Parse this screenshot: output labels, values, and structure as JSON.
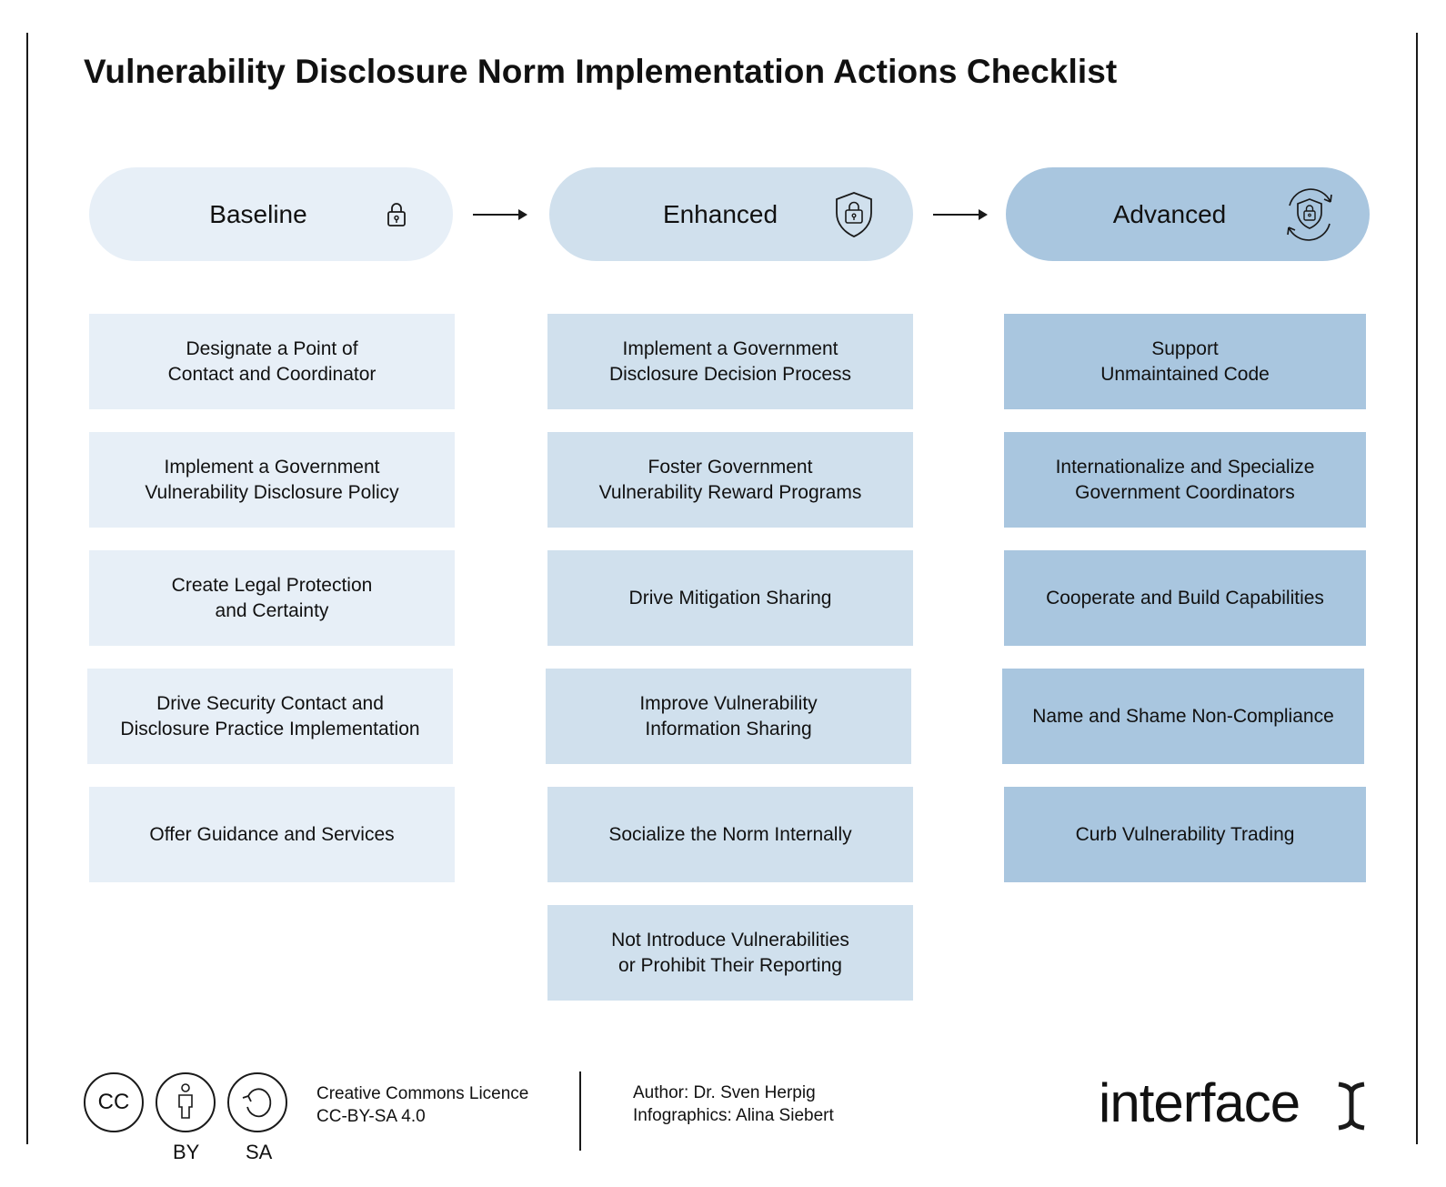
{
  "title": "Vulnerability Disclosure Norm Implementation Actions Checklist",
  "colors": {
    "baseline": "#e7eff7",
    "enhanced": "#d0e0ed",
    "advanced": "#a9c6df"
  },
  "stages": [
    {
      "label": "Baseline",
      "icon": "lock-icon"
    },
    {
      "label": "Enhanced",
      "icon": "shield-lock-icon"
    },
    {
      "label": "Advanced",
      "icon": "shield-lock-cycle-icon"
    }
  ],
  "columns": {
    "baseline": [
      "Designate a Point of\nContact and Coordinator",
      "Implement a Government\nVulnerability Disclosure Policy",
      "Create Legal Protection\nand Certainty",
      "Drive Security Contact and\nDisclosure Practice Implementation",
      "Offer Guidance and Services"
    ],
    "enhanced": [
      "Implement a Government\nDisclosure Decision Process",
      "Foster Government\nVulnerability Reward Programs",
      "Drive Mitigation Sharing",
      "Improve Vulnerability\nInformation Sharing",
      "Socialize the Norm Internally",
      "Not Introduce Vulnerabilities\nor Prohibit Their Reporting"
    ],
    "advanced": [
      "Support\nUnmaintained Code",
      "Internationalize and Specialize\nGovernment Coordinators",
      "Cooperate and Build Capabilities",
      "Name and Shame Non-Compliance",
      "Curb Vulnerability Trading"
    ]
  },
  "footer": {
    "cc_label": "CC",
    "by_label": "BY",
    "sa_label": "SA",
    "license": "Creative Commons Licence\nCC-BY-SA 4.0",
    "credits": "Author: Dr. Sven Herpig\nInfographics: Alina Siebert",
    "brand": "interface"
  }
}
